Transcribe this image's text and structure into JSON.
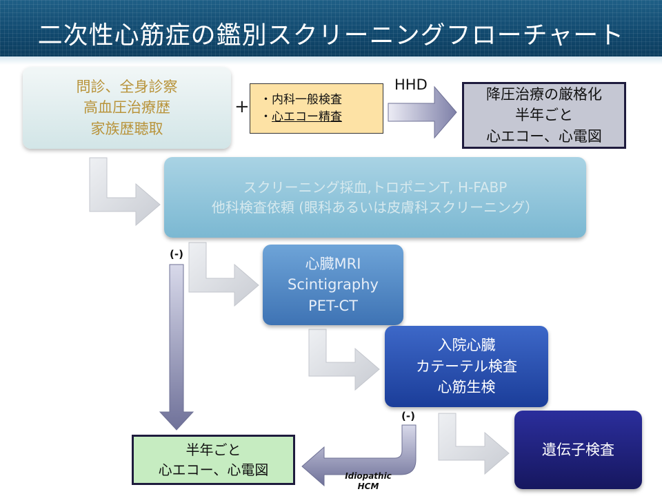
{
  "title": "二次性心筋症の鑑別スクリーニングフローチャート",
  "box_history": {
    "lines": [
      "問診、全身診察",
      "高血圧治療歴",
      "家族歴聴取"
    ]
  },
  "plus_sign": "+",
  "box_general_tests": {
    "line1": "・内科一般検査",
    "line2_prefix": "・",
    "line2_underlined": "心エコー精査"
  },
  "label_hhd": "HHD",
  "box_hhd_followup": {
    "lines": [
      "降圧治療の厳格化",
      "半年ごと",
      "心エコー、心電図"
    ]
  },
  "box_blood_screening": {
    "lines": [
      "スクリーニング採血,トロポニンT, H-FABP",
      "他科検査依頼 (眼科あるいは皮膚科スクリーニング）"
    ]
  },
  "box_imaging": {
    "lines": [
      "心臓MRI",
      "Scintigraphy",
      "PET-CT"
    ]
  },
  "box_catheter": {
    "lines": [
      "入院心臓",
      "カテーテル検査",
      "心筋生検"
    ]
  },
  "box_genetic": {
    "lines": [
      "遺伝子検査"
    ]
  },
  "box_followup": {
    "lines": [
      "半年ごと",
      "心エコー、心電図"
    ]
  },
  "label_negative_1": "(-)",
  "label_negative_2": "(-)",
  "label_idiopathic": {
    "line1": "Idiopathic",
    "line2": "HCM"
  },
  "colors": {
    "header": "#11496e",
    "history_text": "#b8933a",
    "general_tests_bg": "#fde2a5",
    "hhd_box_bg": "#c5c7d3",
    "blood_box": "#7bb8d2",
    "imaging_box": "#3e73b4",
    "catheter_box": "#1b3d99",
    "genetic_box": "#16175f",
    "followup_bg": "#c6ecc1",
    "arrow_purple": "#8d8eb2"
  }
}
